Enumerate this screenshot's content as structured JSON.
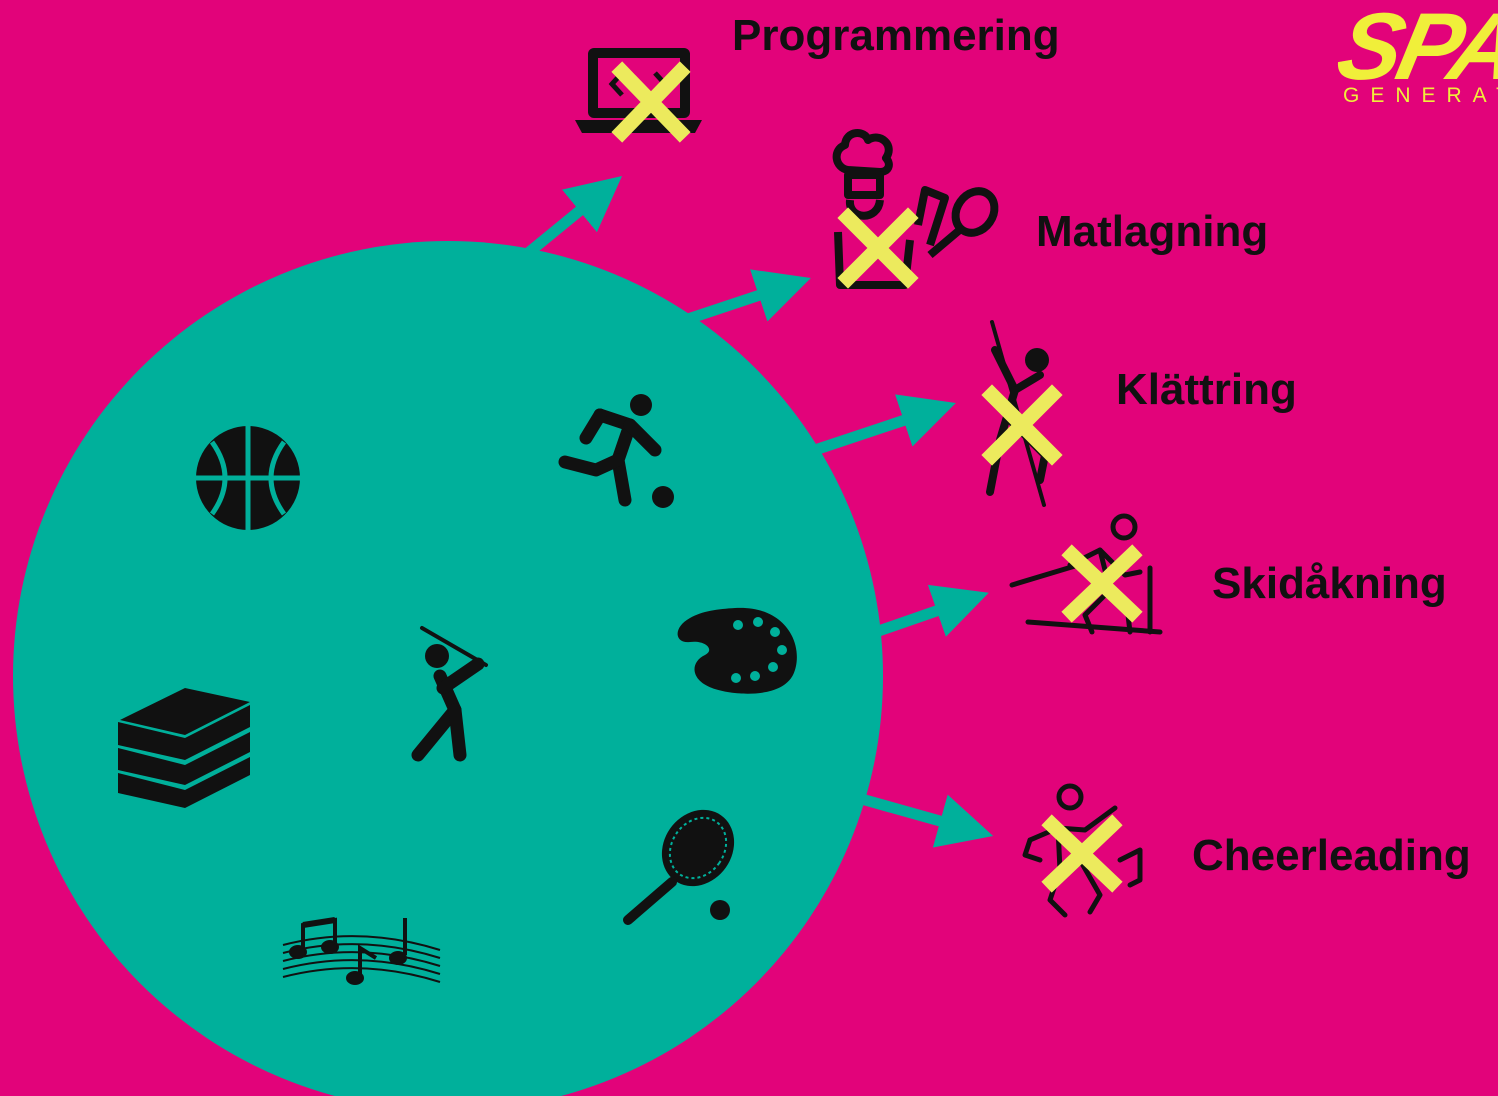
{
  "logo": {
    "text": "SPAR",
    "subtitle": "GENERAT"
  },
  "activities_out": [
    {
      "id": "programmering",
      "label": "Programmering",
      "icon": "laptop-code-icon",
      "crossed": true
    },
    {
      "id": "matlagning",
      "label": "Matlagning",
      "icon": "chef-icon",
      "crossed": true
    },
    {
      "id": "klattring",
      "label": "Klättring",
      "icon": "climber-icon",
      "crossed": true
    },
    {
      "id": "skidakning",
      "label": "Skidåkning",
      "icon": "skier-icon",
      "crossed": true
    },
    {
      "id": "cheerleading",
      "label": "Cheerleading",
      "icon": "cheerleader-icon",
      "crossed": true
    }
  ],
  "activities_in": [
    {
      "icon": "basketball-icon"
    },
    {
      "icon": "soccer-player-icon"
    },
    {
      "icon": "golfer-icon"
    },
    {
      "icon": "paint-palette-icon"
    },
    {
      "icon": "books-icon"
    },
    {
      "icon": "tennis-racket-icon"
    },
    {
      "icon": "music-notes-icon"
    }
  ],
  "colors": {
    "background": "#e2037a",
    "circle": "#00b09b",
    "cross": "#ecea5d",
    "icon": "#111111",
    "logo": "#f0ef3a"
  }
}
